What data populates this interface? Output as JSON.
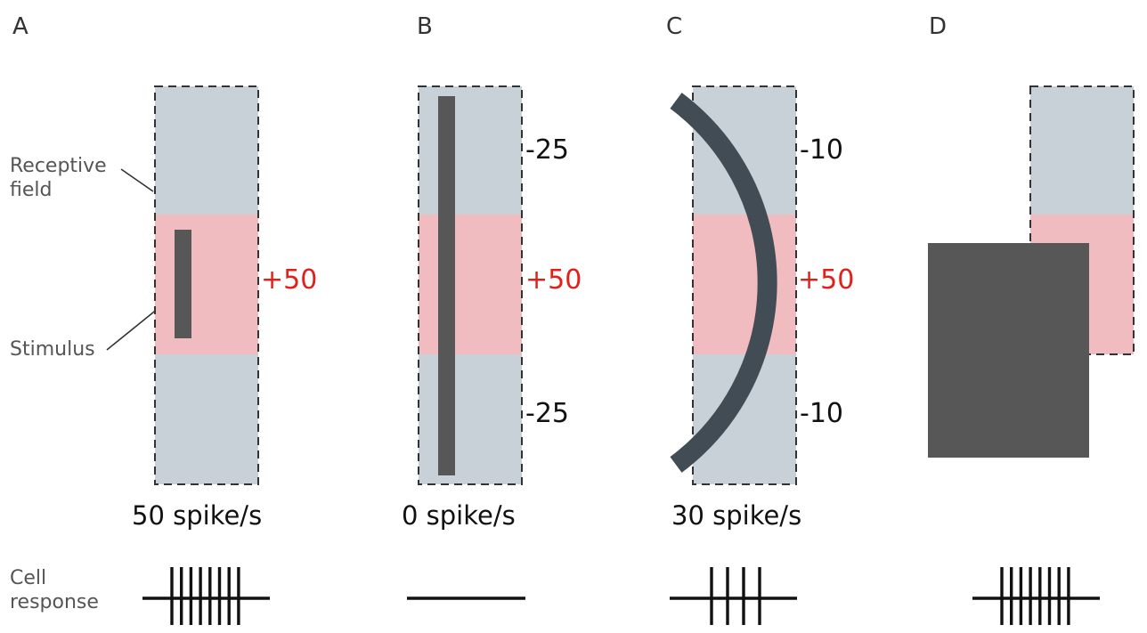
{
  "panels": {
    "a": {
      "letter": "A",
      "on_zone_label": "+50",
      "rate_label": "50 spike/s",
      "spikes": 8
    },
    "b": {
      "letter": "B",
      "off_zone_top_label": "-25",
      "on_zone_label": "+50",
      "off_zone_bottom_label": "-25",
      "rate_label": "0 spike/s",
      "spikes": 0
    },
    "c": {
      "letter": "C",
      "off_zone_top_label": "-10",
      "on_zone_label": "+50",
      "off_zone_bottom_label": "-10",
      "rate_label": "30 spike/s",
      "spikes": 4
    },
    "d": {
      "letter": "D",
      "spikes": 8
    }
  },
  "side_labels": {
    "receptive_field_line1": "Receptive",
    "receptive_field_line2": "field",
    "stimulus": "Stimulus",
    "cell_response_line1": "Cell",
    "cell_response_line2": "response"
  },
  "colors": {
    "off_region": "#c8d0d8",
    "on_region": "#f0bcc0",
    "stimulus": "#575757",
    "positive_label": "#e0201a"
  }
}
